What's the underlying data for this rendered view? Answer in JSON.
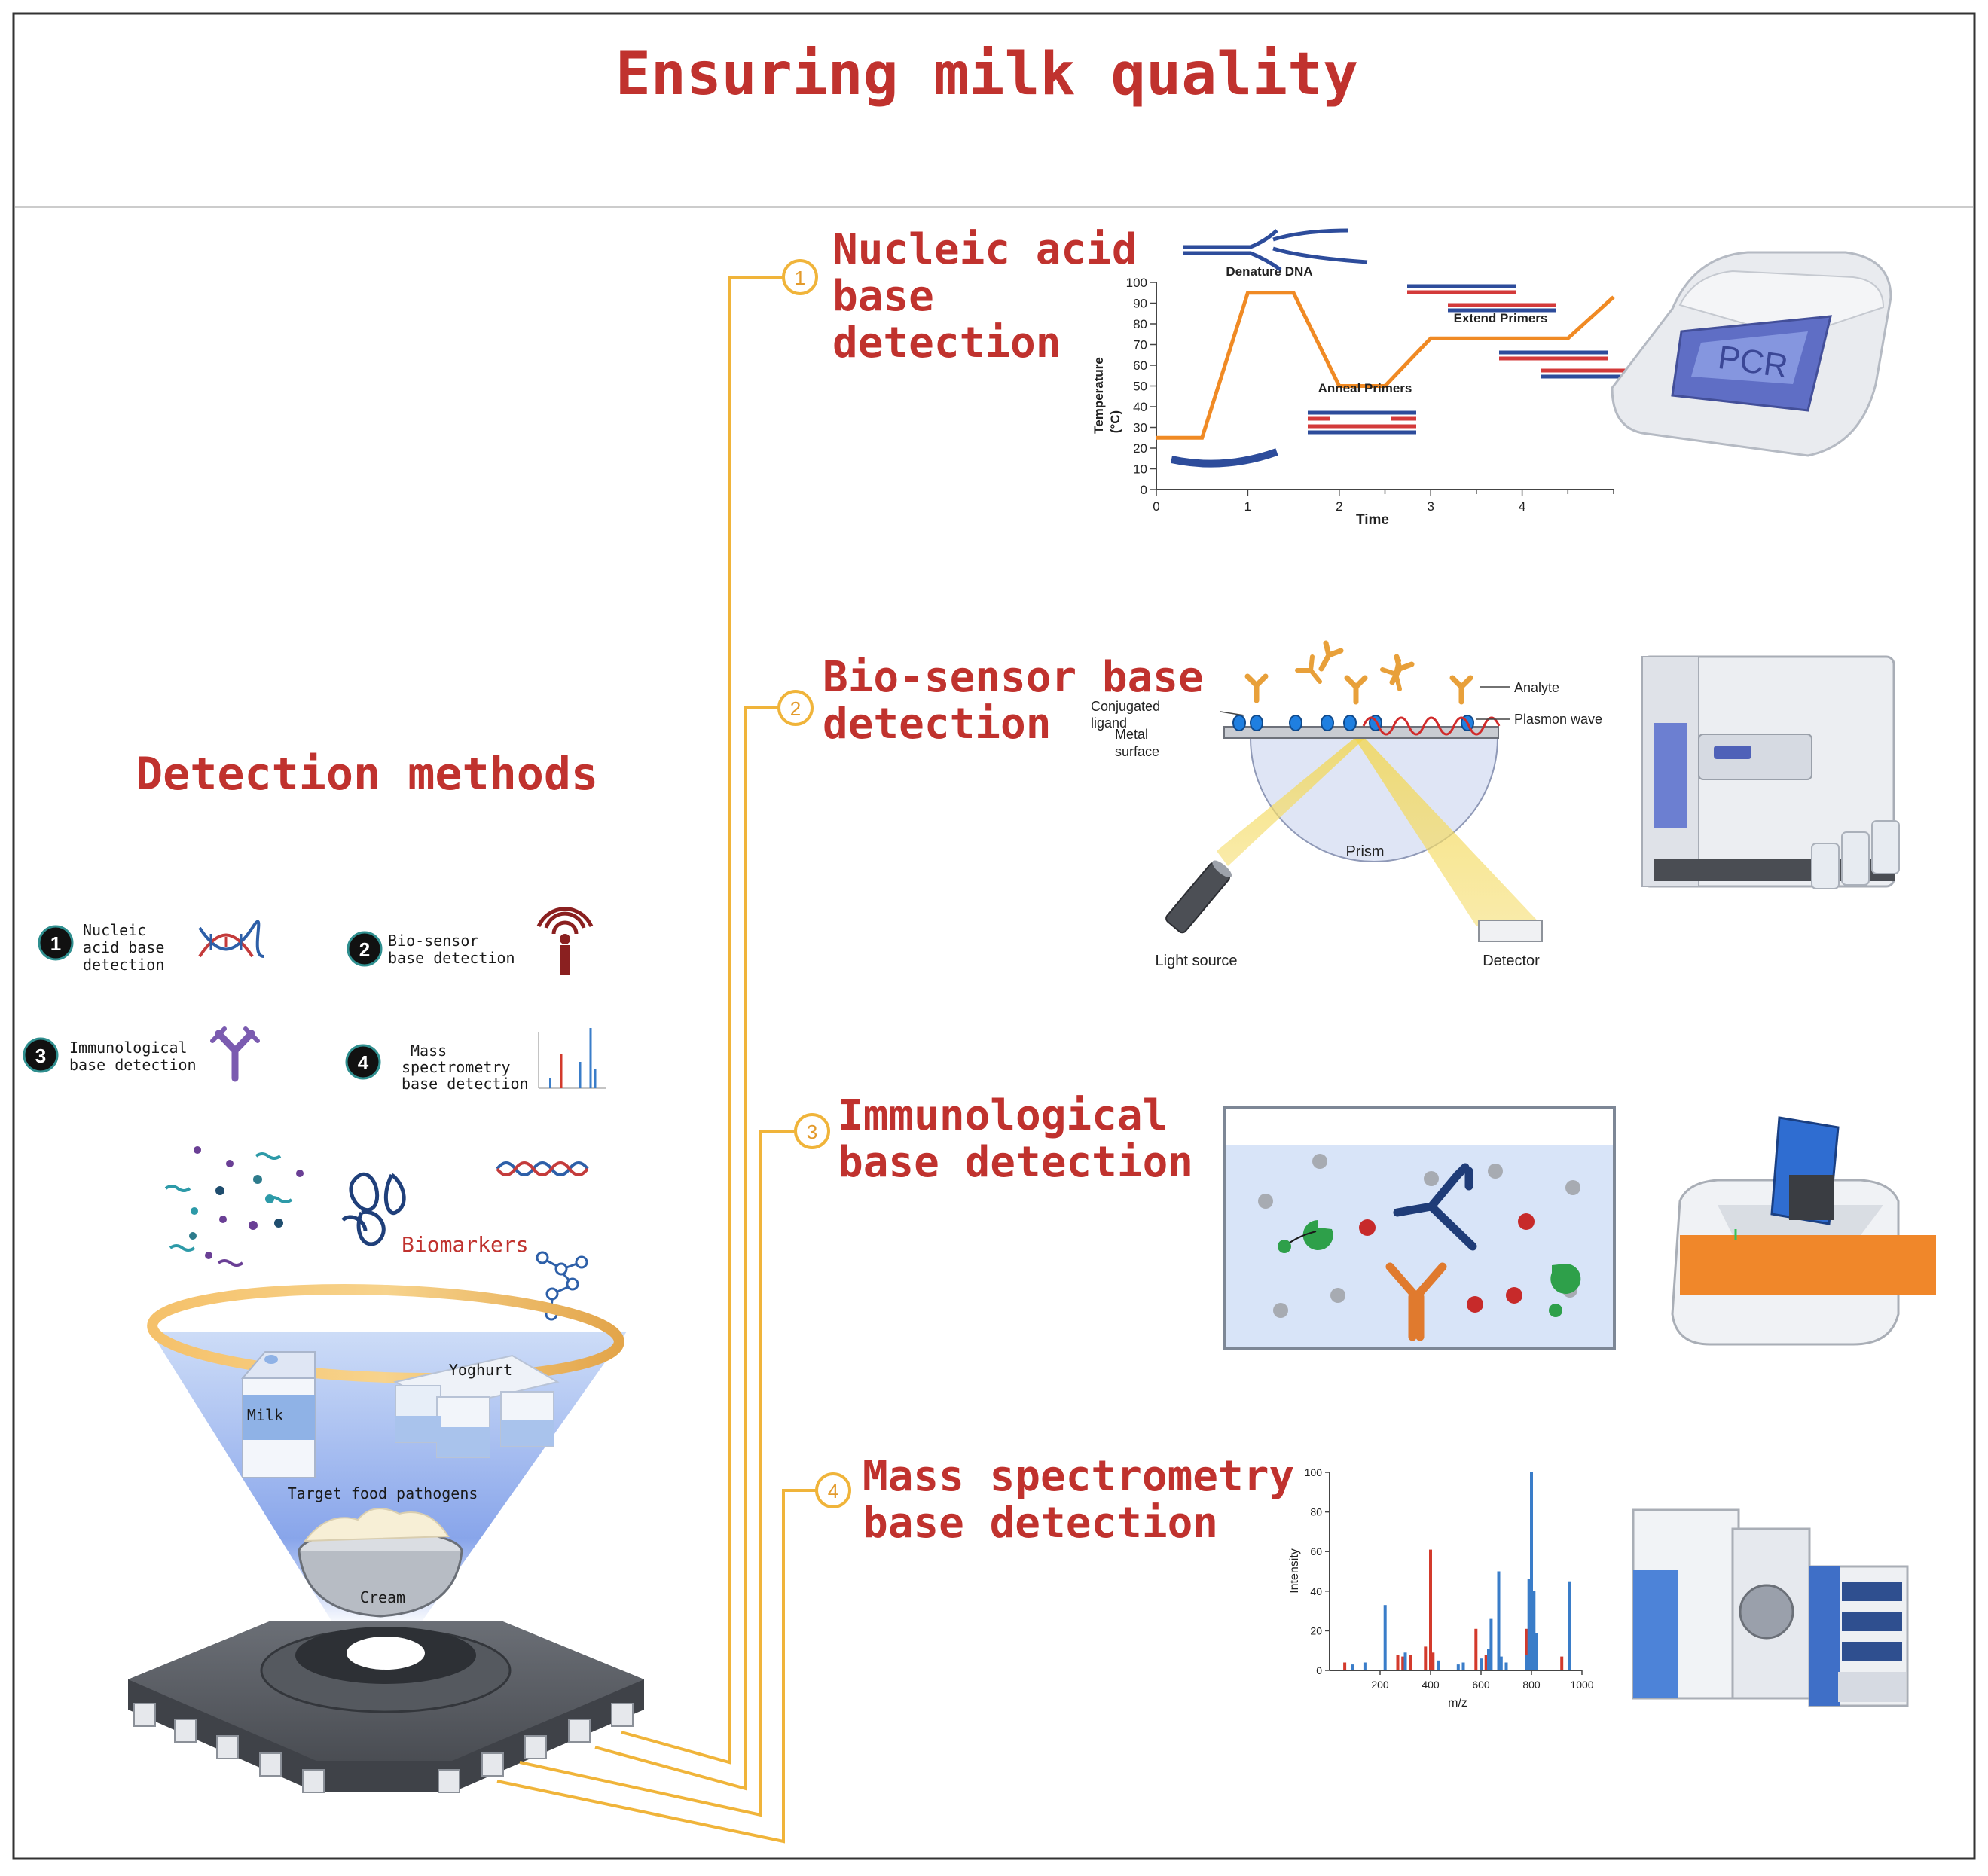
{
  "title": "Ensuring milk quality",
  "left": {
    "heading": "Detection methods",
    "legend": [
      {
        "num": "1",
        "line1": "Nucleic",
        "line2": "acid base",
        "line3": "detection",
        "icon": "dna-icon"
      },
      {
        "num": "2",
        "line1": "Bio-sensor",
        "line2": "base detection",
        "icon": "sensor-signal-icon"
      },
      {
        "num": "3",
        "line1": "Immunological",
        "line2": "base detection",
        "icon": "antibody-icon"
      },
      {
        "num": "4",
        "line1": "Mass",
        "line2": "spectrometry",
        "line3": "base detection",
        "icon": "spectrum-icon"
      }
    ],
    "biomarkers_label": "Biomarkers",
    "milk_label": "Milk",
    "yoghurt_label": "Yoghurt",
    "target_label": "Target food pathogens",
    "cream_label": "Cream"
  },
  "methods": [
    {
      "num": "1",
      "line1": "Nucleic acid",
      "line2": "base",
      "line3": "detection"
    },
    {
      "num": "2",
      "line1": "Bio-sensor base",
      "line2": "detection"
    },
    {
      "num": "3",
      "line1": "Immunological",
      "line2": "base detection"
    },
    {
      "num": "4",
      "line1": "Mass spectrometry",
      "line2": "base detection"
    }
  ],
  "pcr": {
    "device_label": "PCR",
    "denature": "Denature DNA",
    "anneal": "Anneal Primers",
    "extend": "Extend Primers",
    "ylabel_line1": "Temperature",
    "ylabel_line2": "(°C)",
    "xlabel": "Time"
  },
  "spr": {
    "conjugated_line1": "Conjugated",
    "conjugated_line2": "ligand",
    "metal_line1": "Metal",
    "metal_line2": "surface",
    "analyte": "Analyte",
    "plasmon": "Plasmon wave",
    "prism": "Prism",
    "light_source": "Light source",
    "detector": "Detector"
  },
  "chart_data": [
    {
      "type": "line",
      "xlabel": "Time",
      "ylabel": "Temperature (°C)",
      "xlim": [
        0,
        5
      ],
      "ylim": [
        0,
        100
      ],
      "x_ticks": [
        0,
        1,
        2,
        3,
        4
      ],
      "y_ticks": [
        0,
        10,
        20,
        30,
        40,
        50,
        60,
        70,
        80,
        90,
        100
      ],
      "x": [
        0,
        0.5,
        1.0,
        1.5,
        2.0,
        2.5,
        3.0,
        3.5,
        4.0,
        4.5,
        5.0
      ],
      "y": [
        25,
        25,
        95,
        95,
        50,
        50,
        73,
        73,
        73,
        73,
        93
      ],
      "color": "#f08a24",
      "annotations": [
        "Denature DNA",
        "Anneal Primers",
        "Extend Primers"
      ]
    },
    {
      "type": "bar",
      "xlabel": "m/z",
      "ylabel": "Intensity",
      "xlim": [
        0,
        1000
      ],
      "ylim": [
        0,
        100
      ],
      "x_ticks": [
        200,
        400,
        600,
        800,
        1000
      ],
      "y_ticks": [
        0,
        20,
        40,
        60,
        80,
        100
      ],
      "series": [
        {
          "color": "#d33a2c",
          "x": [
            60,
            270,
            290,
            320,
            380,
            400,
            410,
            580,
            620,
            780,
            920
          ],
          "y": [
            4,
            8,
            7,
            8,
            12,
            61,
            9,
            21,
            8,
            21,
            7
          ]
        },
        {
          "color": "#3a7dc9",
          "x": [
            90,
            140,
            220,
            300,
            430,
            510,
            530,
            600,
            630,
            640,
            670,
            680,
            700,
            780,
            790,
            800,
            810,
            820,
            950
          ],
          "y": [
            3,
            4,
            33,
            9,
            5,
            3,
            4,
            6,
            11,
            26,
            50,
            7,
            4,
            8,
            46,
            100,
            40,
            19,
            45
          ]
        }
      ]
    }
  ]
}
